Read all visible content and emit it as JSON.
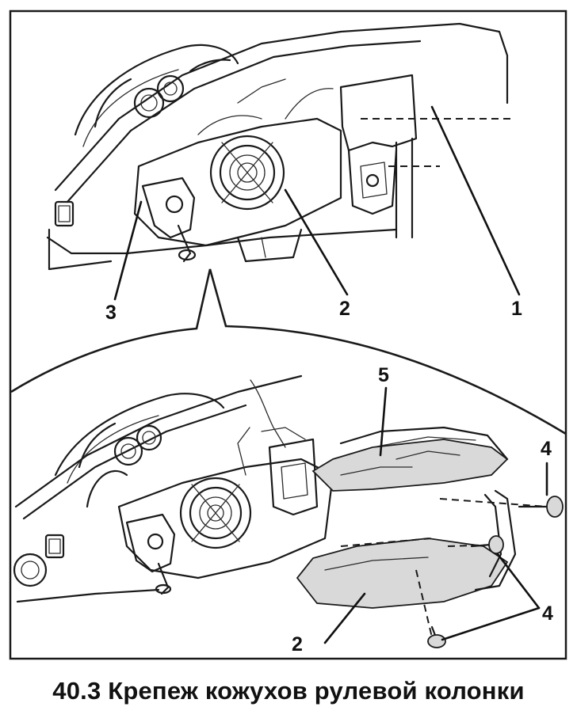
{
  "figure": {
    "top_view_callouts": [
      "3",
      "2",
      "1"
    ],
    "detail_view_callouts": [
      "5",
      "4",
      "4",
      "2"
    ]
  },
  "caption": "40.3 Крепеж кожухов рулевой колонки"
}
